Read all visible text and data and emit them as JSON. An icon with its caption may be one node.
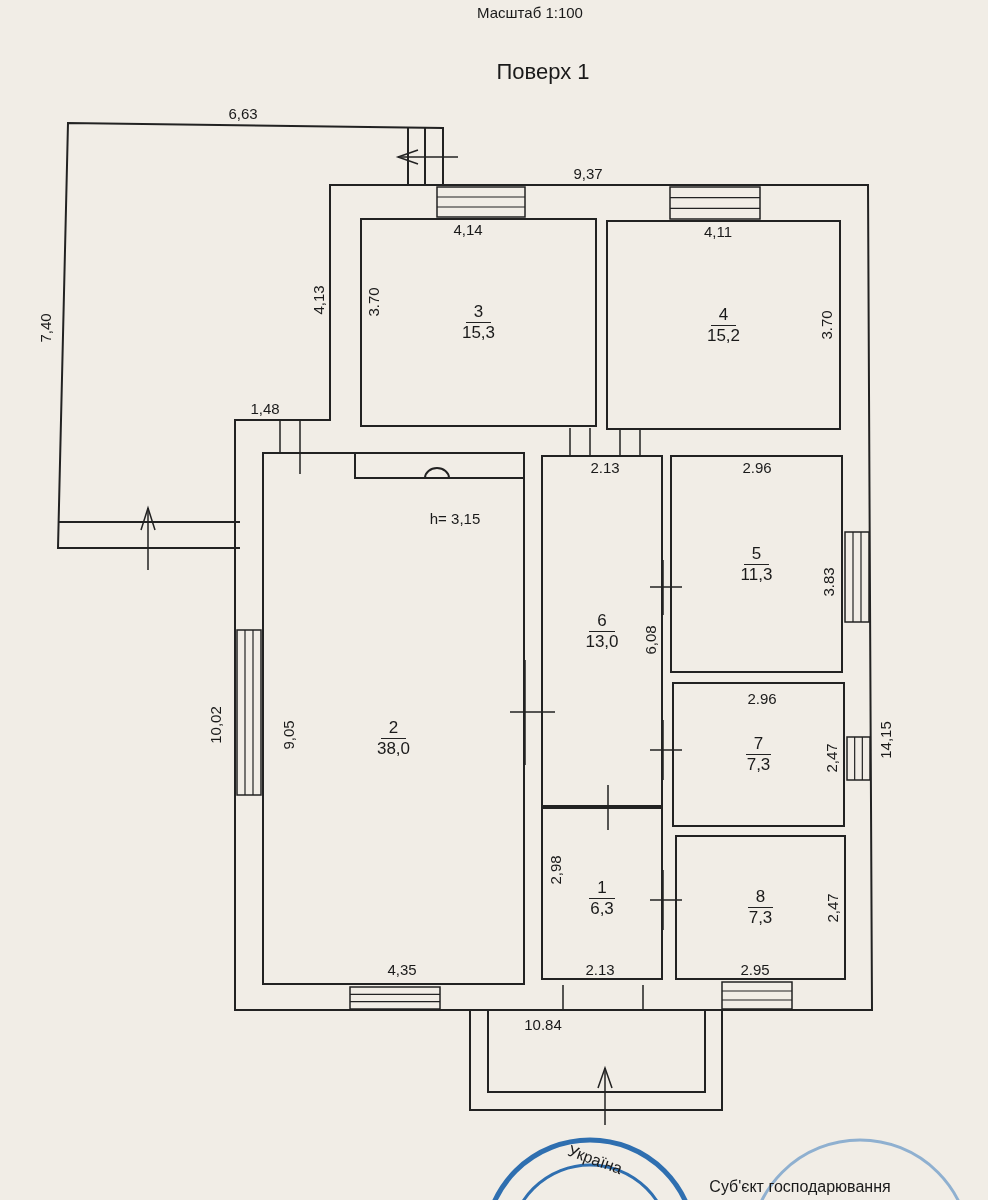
{
  "diagram": {
    "title": "Поверх 1",
    "nodes": [
      {
        "text": [
          "3",
          "15,3"
        ]
      },
      {
        "text": [
          "4",
          "15,2"
        ]
      },
      {
        "text": [
          "2",
          "38,0"
        ]
      },
      {
        "text": [
          "6",
          "13,0"
        ]
      },
      {
        "text": [
          "5",
          "11,3"
        ]
      },
      {
        "text": [
          "7",
          "7,3"
        ]
      },
      {
        "text": [
          "1",
          "6,3"
        ]
      },
      {
        "text": [
          "8",
          "7,3"
        ]
      }
    ],
    "labels": [
      "Масштаб 1:100",
      "6,63",
      "9,37",
      "4,14",
      "4,11",
      "4,13",
      "3.70",
      "7,40",
      "3.70",
      "1,48",
      "2.13",
      "2.96",
      "h= 3,15",
      "3.83",
      "6,08",
      "2.96",
      "10,02",
      "9,05",
      "14,15",
      "2,47",
      "2,98",
      "2,47",
      "4,35",
      "2.13",
      "2.95",
      "10.84",
      "Україна",
      "Суб'єкт господарювання"
    ]
  }
}
